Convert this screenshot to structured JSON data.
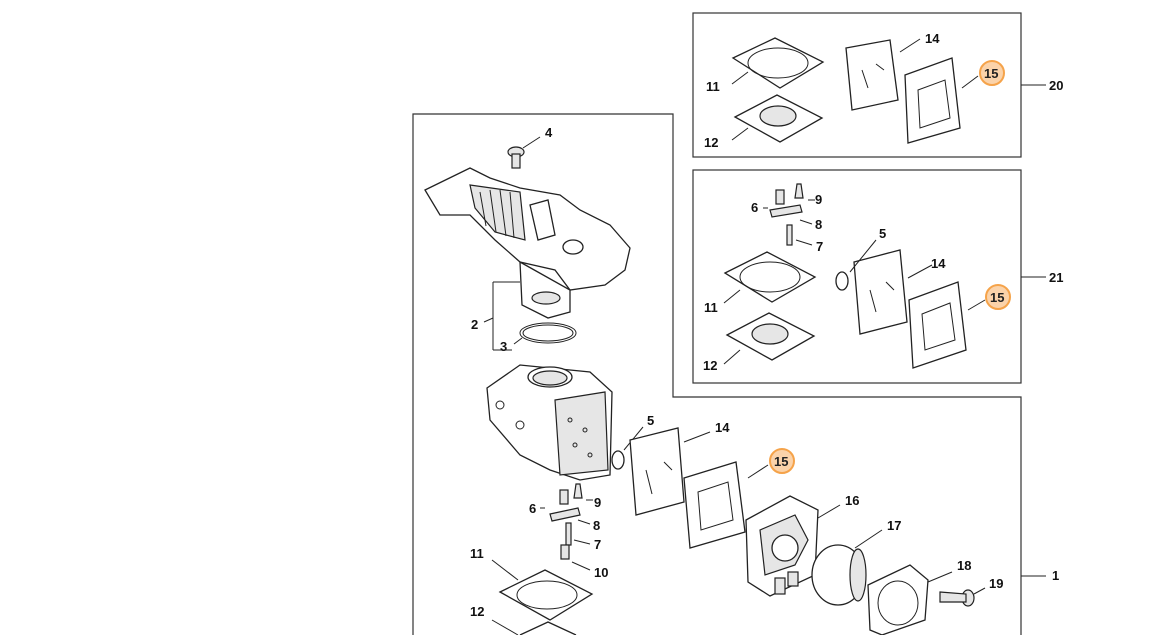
{
  "highlight_color": "#f5a34a",
  "labels": {
    "l1": "1",
    "l2": "2",
    "l3": "3",
    "l4": "4",
    "l5_main": "5",
    "l5_kit21": "5",
    "l6_main": "6",
    "l6_kit21": "6",
    "l7_main": "7",
    "l7_kit21": "7",
    "l8_main": "8",
    "l8_kit21": "8",
    "l9_main": "9",
    "l9_kit21": "9",
    "l10": "10",
    "l11_main": "11",
    "l11_kit20": "11",
    "l11_kit21": "11",
    "l12_main": "12",
    "l12_kit20": "12",
    "l12_kit21": "12",
    "l14_main": "14",
    "l14_kit20": "14",
    "l14_kit21": "14",
    "l15_main": "15",
    "l15_kit20": "15",
    "l15_kit21": "15",
    "l16": "16",
    "l17": "17",
    "l18": "18",
    "l19": "19",
    "l20": "20",
    "l21": "21"
  }
}
